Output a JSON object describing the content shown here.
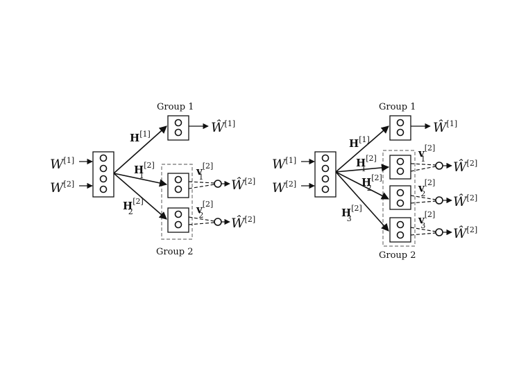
{
  "left": {
    "inputs": [
      "W",
      "W"
    ],
    "inputs_sup": [
      "[1]",
      "[2]"
    ],
    "group1_label": "Group 1",
    "group2_label": "Group 2",
    "H_main": "H",
    "H_main_sup": "[1]",
    "H_branches": [
      {
        "base": "H",
        "sub": "1",
        "sup": "[2]"
      },
      {
        "base": "H",
        "sub": "2",
        "sup": "[2]"
      }
    ],
    "v_labels": [
      {
        "base": "v",
        "sub": "1",
        "sup": "[2]"
      },
      {
        "base": "v",
        "sub": "2",
        "sup": "[2]"
      }
    ],
    "outputs": [
      {
        "base": "Ŵ",
        "sup": "[1]"
      },
      {
        "base": "Ŵ",
        "sup": "[2]"
      },
      {
        "base": "Ŵ",
        "sup": "[2]"
      }
    ]
  },
  "right": {
    "inputs": [
      "W",
      "W"
    ],
    "inputs_sup": [
      "[1]",
      "[2]"
    ],
    "group1_label": "Group 1",
    "group2_label": "Group 2",
    "H_main": "H",
    "H_main_sup": "[1]",
    "H_branches": [
      {
        "base": "H",
        "sub": "1",
        "sup": "[2]"
      },
      {
        "base": "H",
        "sub": "2",
        "sup": "[2]"
      },
      {
        "base": "H",
        "sub": "3",
        "sup": "[2]"
      }
    ],
    "v_labels": [
      {
        "base": "v",
        "sub": "1",
        "sup": "[2]"
      },
      {
        "base": "v",
        "sub": "2",
        "sup": "[2]"
      },
      {
        "base": "v",
        "sub": "3",
        "sup": "[2]"
      }
    ],
    "outputs": [
      {
        "base": "Ŵ",
        "sup": "[1]"
      },
      {
        "base": "Ŵ",
        "sup": "[2]"
      },
      {
        "base": "Ŵ",
        "sup": "[2]"
      },
      {
        "base": "Ŵ",
        "sup": "[2]"
      }
    ]
  }
}
